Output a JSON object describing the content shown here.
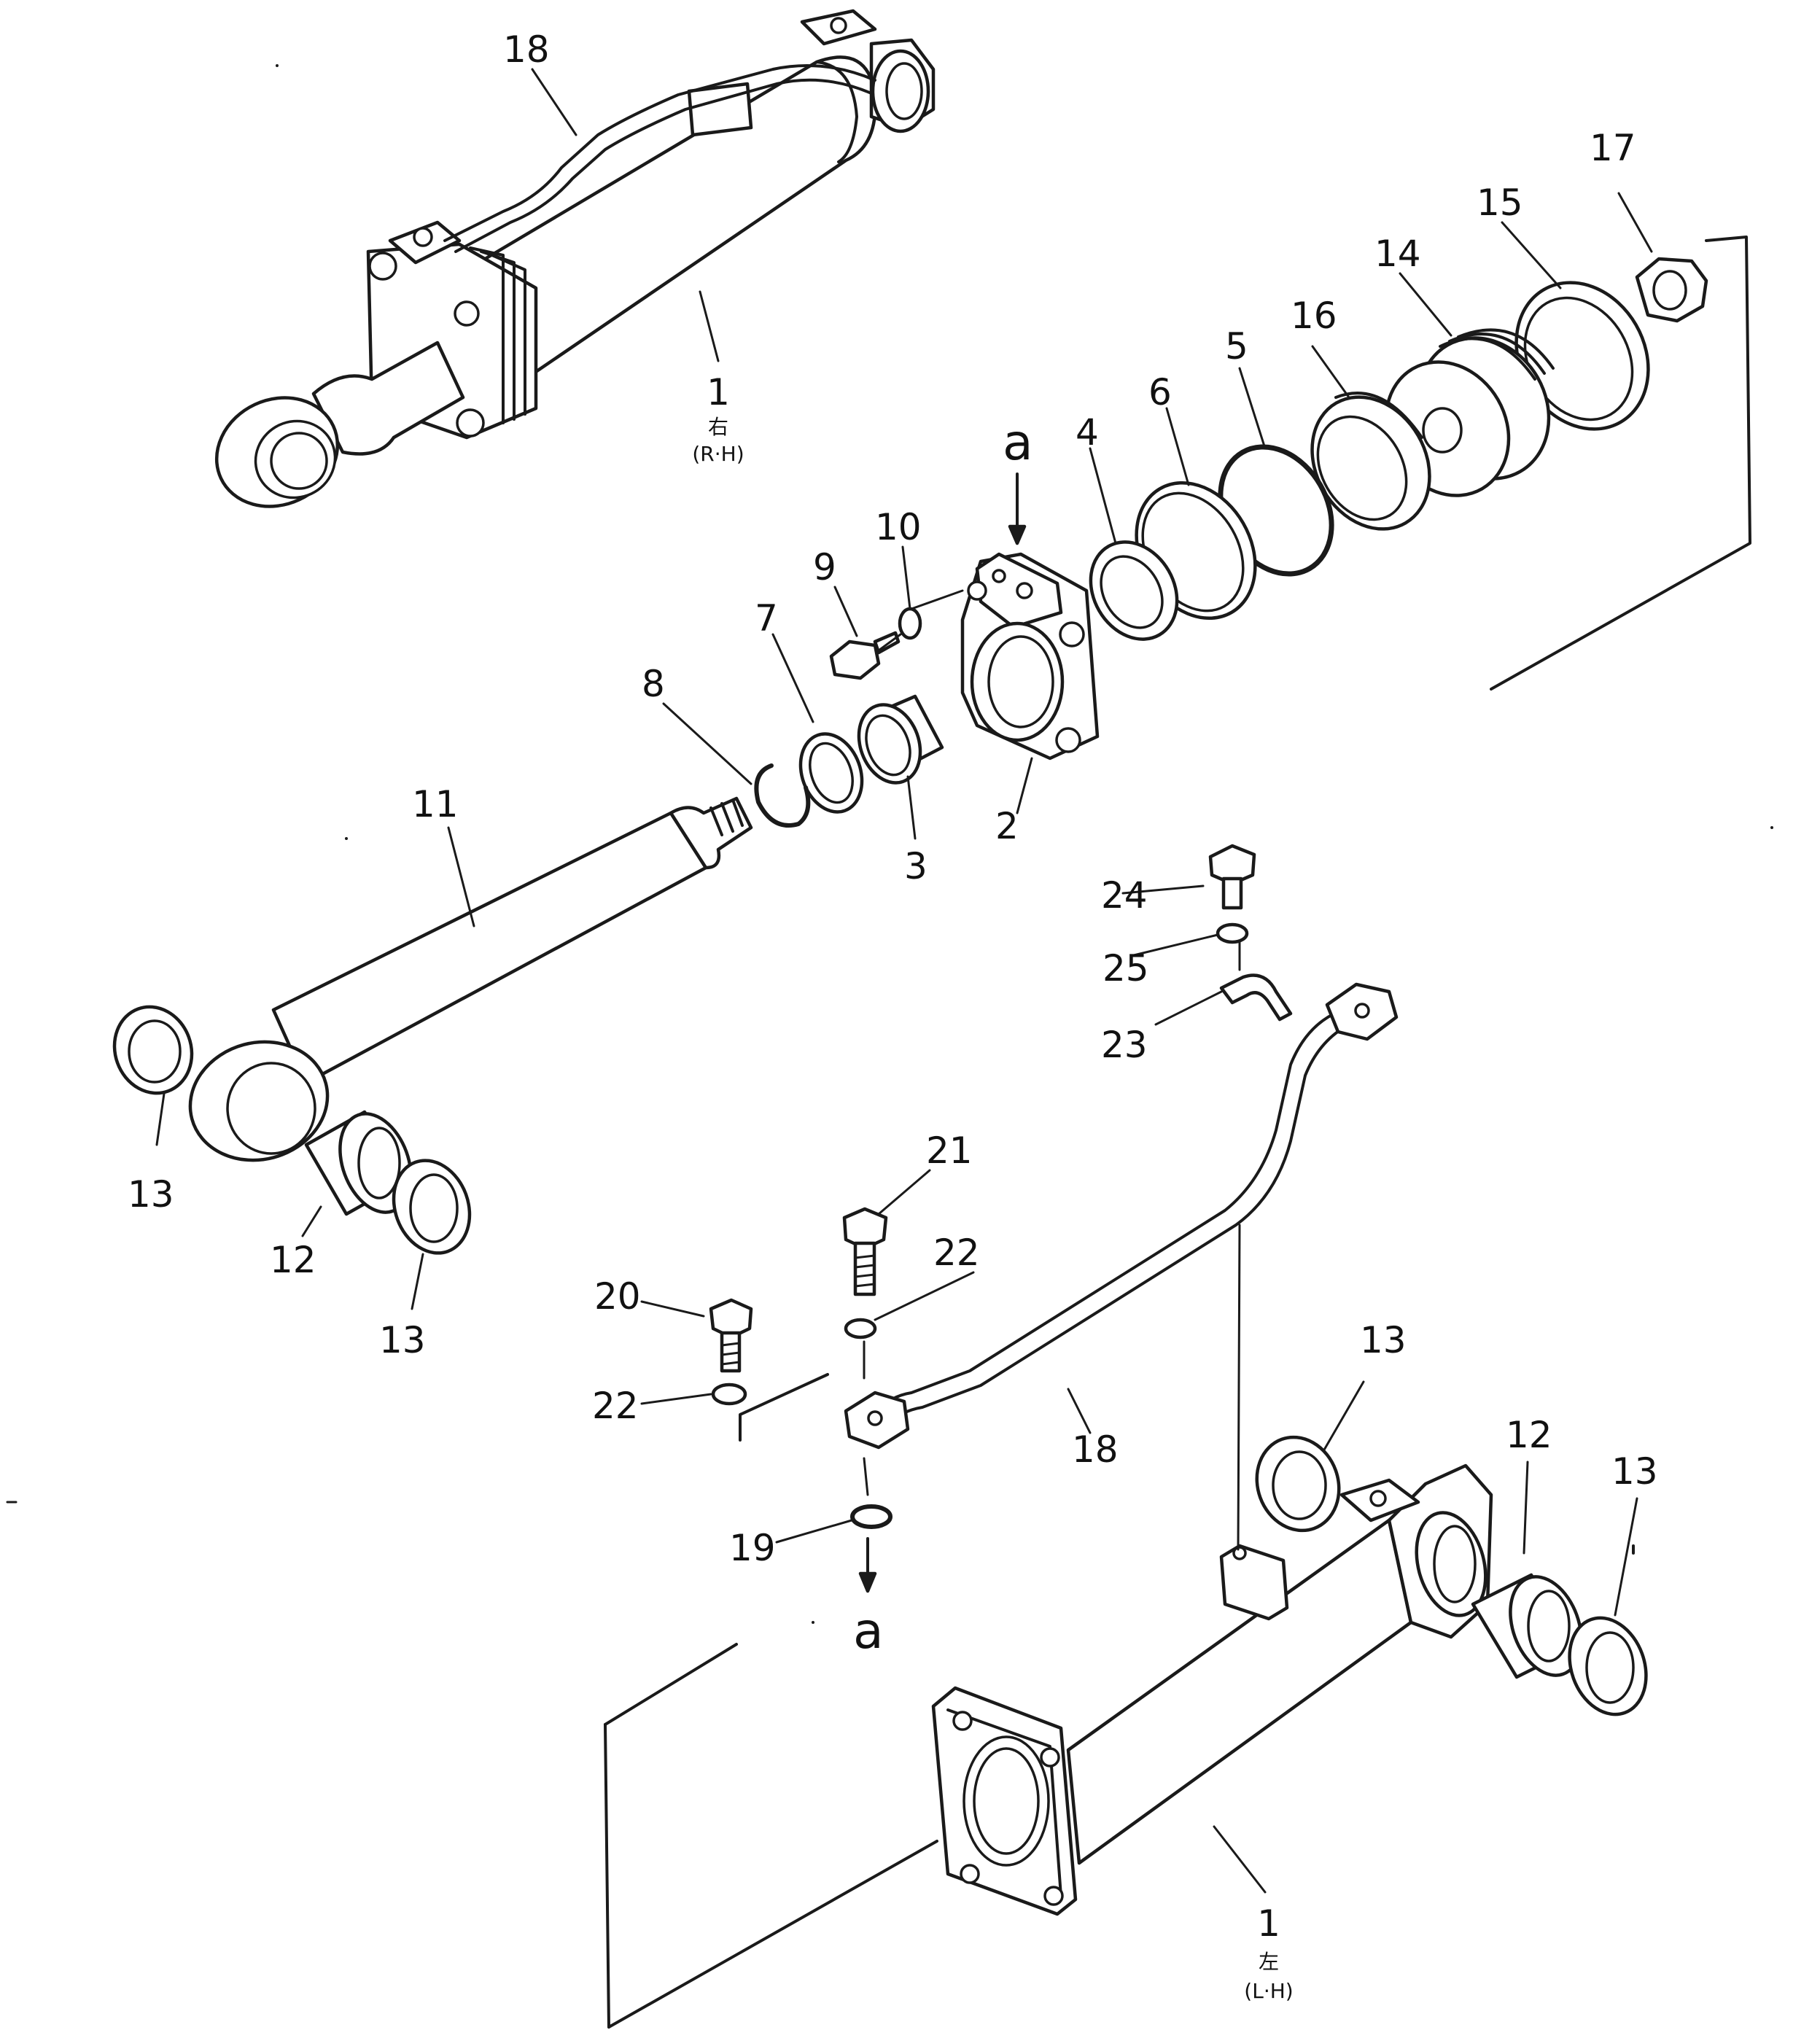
{
  "diagram": {
    "labels": {
      "p1_rh": "1",
      "rh_kanji": "右",
      "rh_text": "(R·H)",
      "p1_lh": "1",
      "lh_kanji": "左",
      "lh_text": "(L·H)",
      "p2": "2",
      "p3": "3",
      "p4": "4",
      "p5": "5",
      "p6": "6",
      "p7": "7",
      "p8": "8",
      "p9": "9",
      "p10": "10",
      "p11": "11",
      "p12a": "12",
      "p12b": "12",
      "p13a": "13",
      "p13b": "13",
      "p13c": "13",
      "p13d": "13",
      "p14": "14",
      "p15": "15",
      "p16": "16",
      "p17": "17",
      "p18a": "18",
      "p18b": "18",
      "p19": "19",
      "p20": "20",
      "p21": "21",
      "p22a": "22",
      "p22b": "22",
      "p23": "23",
      "p24": "24",
      "p25": "25",
      "a_top": "a",
      "a_bottom": "a"
    }
  }
}
